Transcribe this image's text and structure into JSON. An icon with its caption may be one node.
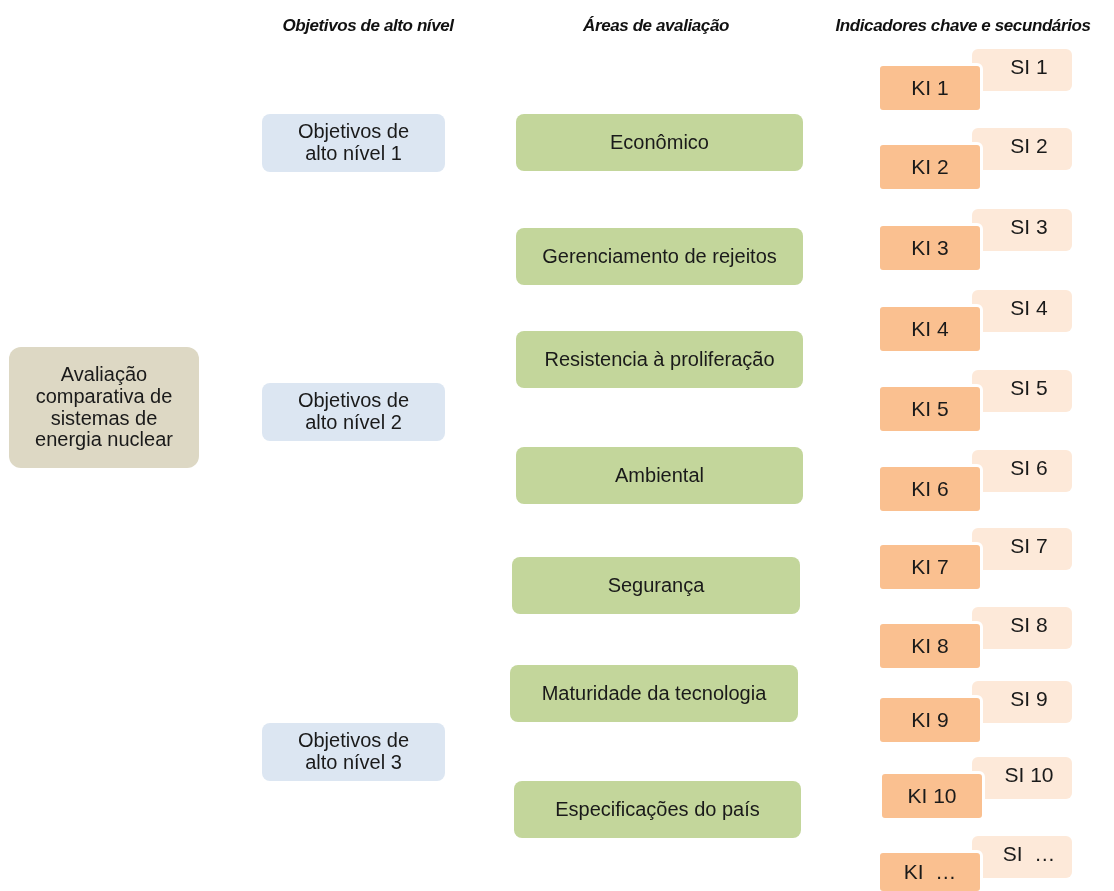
{
  "diagram": {
    "nodes": [
      {
        "text": [
          "Avaliação comparativa de sistemas de energia nuclear"
        ]
      },
      {
        "text": [
          "Objetivos de alto nível 1"
        ]
      },
      {
        "text": [
          "Objetivos de alto nível 2"
        ]
      },
      {
        "text": [
          "Objetivos de alto nível 3"
        ]
      },
      {
        "text": [
          "Econômico"
        ]
      },
      {
        "text": [
          "Gerenciamento de rejeitos"
        ]
      },
      {
        "text": [
          "Resistencia à proliferação"
        ]
      },
      {
        "text": [
          "Ambiental"
        ]
      },
      {
        "text": [
          "Segurança"
        ]
      },
      {
        "text": [
          "Maturidade da tecnologia"
        ]
      },
      {
        "text": [
          "Especificações do país"
        ]
      },
      {
        "text": [
          "SI 1"
        ]
      },
      {
        "text": [
          "KI 1"
        ]
      },
      {
        "text": [
          "SI 2"
        ]
      },
      {
        "text": [
          "KI 2"
        ]
      },
      {
        "text": [
          "SI 3"
        ]
      },
      {
        "text": [
          "KI 3"
        ]
      },
      {
        "text": [
          "SI 4"
        ]
      },
      {
        "text": [
          "KI 4"
        ]
      },
      {
        "text": [
          "SI 5"
        ]
      },
      {
        "text": [
          "KI 5"
        ]
      },
      {
        "text": [
          "SI 6"
        ]
      },
      {
        "text": [
          "KI 6"
        ]
      },
      {
        "text": [
          "SI 7"
        ]
      },
      {
        "text": [
          "KI 7"
        ]
      },
      {
        "text": [
          "SI 8"
        ]
      },
      {
        "text": [
          "KI 8"
        ]
      },
      {
        "text": [
          "SI 9"
        ]
      },
      {
        "text": [
          "KI 9"
        ]
      },
      {
        "text": [
          "SI 10"
        ]
      },
      {
        "text": [
          "KI 10"
        ]
      },
      {
        "text": [
          "SI  …"
        ]
      },
      {
        "text": [
          "KI  …"
        ]
      }
    ],
    "labels": [
      "Objetivos de alto nível",
      "Áreas de avaliação",
      "Indicadores chave e secundários"
    ]
  }
}
